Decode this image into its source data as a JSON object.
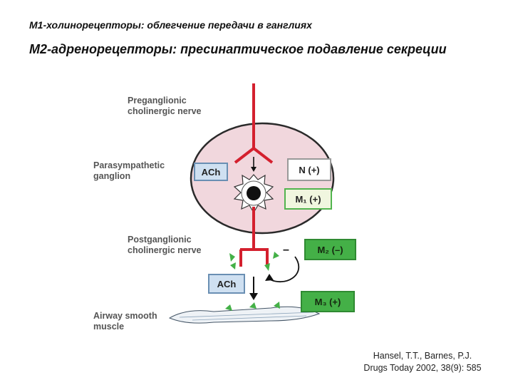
{
  "title_1": "М1-холинорецепторы: облегчение  передачи в ганглиях",
  "title_2": "М2-адренорецепторы:  пресинаптическое подавление секреции",
  "labels": {
    "preganglionic": [
      "Preganglionic",
      "cholinergic nerve"
    ],
    "ganglion": [
      "Parasympathetic",
      "ganglion"
    ],
    "postganglionic": [
      "Postganglionic",
      "cholinergic nerve"
    ],
    "muscle": [
      "Airway smooth",
      "muscle"
    ]
  },
  "boxes": {
    "ach_top": "ACh",
    "n_receptor": "N (+)",
    "m1_receptor": "M₁ (+)",
    "m2_receptor": "M₂ (–)",
    "ach_bottom": "ACh",
    "m3_receptor": "M₃ (+)"
  },
  "minus_sign": "–",
  "citation": [
    "Hansel, T.T., Barnes, P.J.",
    "Drugs Today 2002, 38(9): 585"
  ],
  "colors": {
    "nerve": "#d4202e",
    "ganglion_fill": "#f1d7dd",
    "receptor_green": "#44b047",
    "ach_blue": "#cfe0f1"
  }
}
